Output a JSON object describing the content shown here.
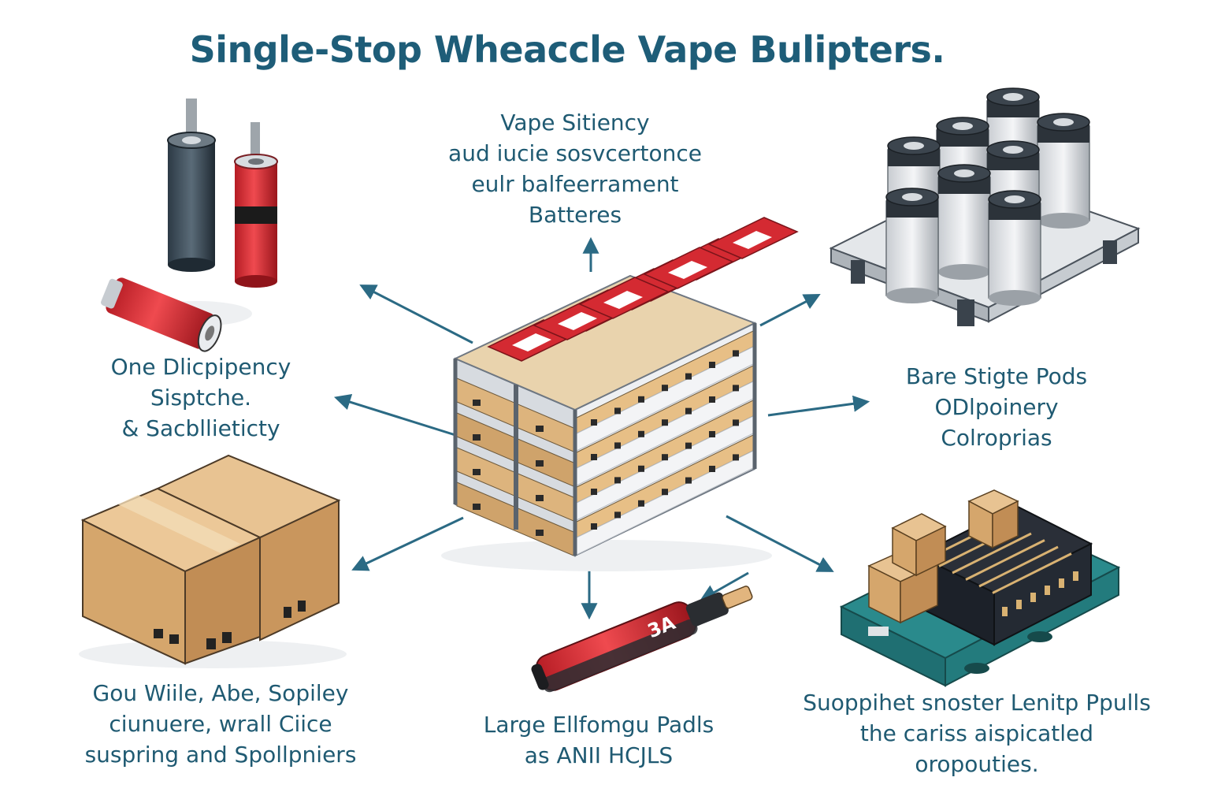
{
  "title": "Single-Stop Wheaccle Vape Bulipters.",
  "colors": {
    "title": "#1e5d78",
    "label": "#1f5a72",
    "arrow": "#2b6a84",
    "red": "#d42a32",
    "carton": "#e2b57e",
    "teal": "#2a8a8c",
    "steel": "#b9bec4"
  },
  "labels": {
    "top": [
      "Vape Sitiency",
      "aud iucie sosvcertonce",
      "eulr balfeerrament",
      "Batteres"
    ],
    "left": [
      "One Dlicpipency",
      "Sisptche.",
      "& Sacbllieticty"
    ],
    "right": [
      "Bare Stigte Pods",
      "ODlpoinery",
      "Colroprias"
    ],
    "bottom_left": [
      "Gou Wiile, Abe, Sopiley",
      "ciunuere, wrall Ciice",
      "suspring and Spollpniers"
    ],
    "bottom_center": [
      "Large Ellfomgu Padls",
      "as ANII HCJLS"
    ],
    "bottom_right": [
      "Suoppihet snoster Lenitp Ppulls",
      "the cariss aispicatled",
      "oropouties."
    ]
  },
  "stamp": "3A",
  "icons": [
    "vape-battery-cells-icon",
    "warehouse-rack-icon",
    "canister-pallet-icon",
    "shipping-boxes-icon",
    "vape-pen-icon",
    "pod-crate-pallet-icon"
  ]
}
